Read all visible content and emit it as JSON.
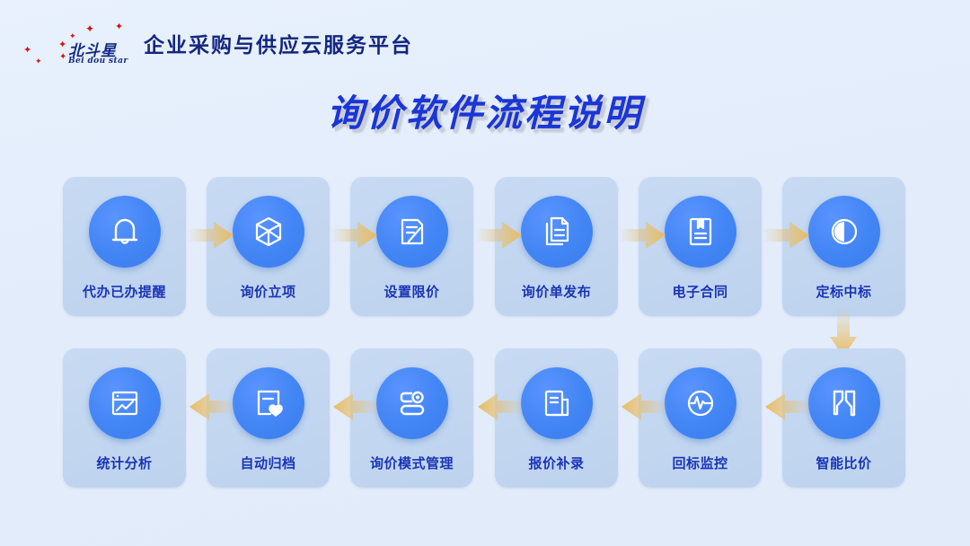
{
  "brand": {
    "logo_cn": "北斗星",
    "logo_en": "Bei dou star",
    "logo_icon": "big-dipper-stars-icon",
    "tagline": "企业采购与供应云服务平台"
  },
  "page": {
    "title": "询价软件流程说明",
    "title_color": "#1a36d6",
    "background_color": "#e3edfb",
    "card_color": "#c5d8f0",
    "circle_color": "#4285f4",
    "arrow_color": "#e8bf6e"
  },
  "flow": {
    "row1": [
      {
        "label": "代办已办提醒",
        "icon": "bell-icon"
      },
      {
        "label": "询价立项",
        "icon": "cube-icon"
      },
      {
        "label": "设置限价",
        "icon": "document-edit-icon"
      },
      {
        "label": "询价单发布",
        "icon": "documents-stack-icon"
      },
      {
        "label": "电子合同",
        "icon": "contract-book-icon"
      },
      {
        "label": "定标中标",
        "icon": "contrast-circle-icon"
      }
    ],
    "row2": [
      {
        "label": "统计分析",
        "icon": "chart-window-icon"
      },
      {
        "label": "自动归档",
        "icon": "document-heart-icon"
      },
      {
        "label": "询价模式管理",
        "icon": "server-settings-icon"
      },
      {
        "label": "报价补录",
        "icon": "document-lines-icon"
      },
      {
        "label": "回标监控",
        "icon": "pulse-monitor-icon"
      },
      {
        "label": "智能比价",
        "icon": "compare-bars-icon"
      }
    ],
    "arrows": {
      "row1_direction": "right",
      "row2_direction": "left",
      "connector_direction": "down"
    }
  }
}
